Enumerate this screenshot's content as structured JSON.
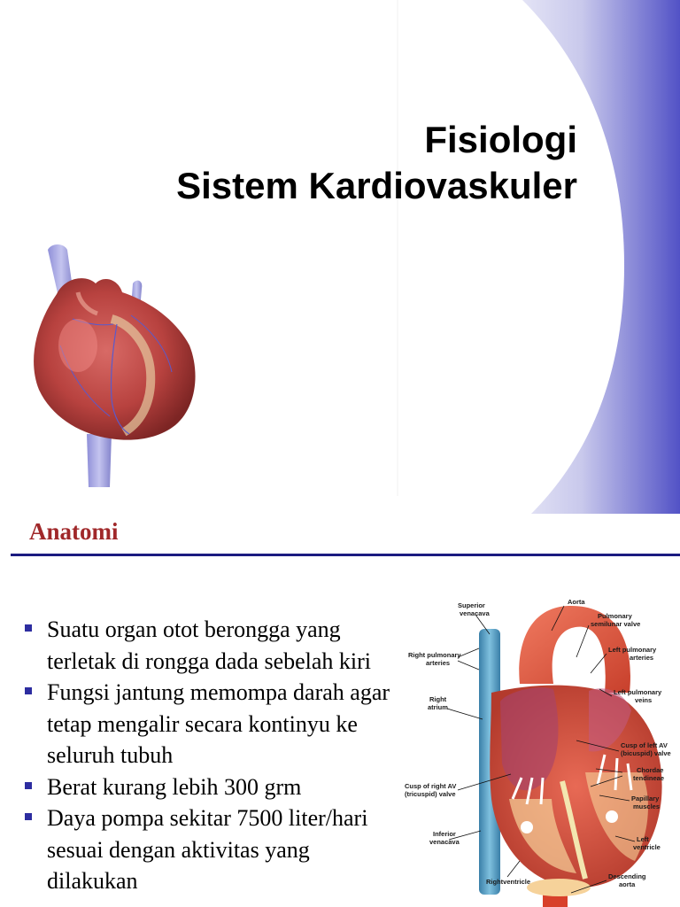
{
  "slide": {
    "title_line1": "Fisiologi",
    "title_line2": "Sistem Kardiovaskuler",
    "accent_color": "#5a5ac8"
  },
  "section": {
    "heading": "Anatomi",
    "heading_color": "#a0282a",
    "rule_color": "#1b1b80",
    "bullets": [
      "Suatu organ otot berongga yang terletak di rongga dada sebelah kiri",
      "Fungsi jantung memompa darah agar tetap mengalir secara kontinyu ke seluruh tubuh",
      "Berat kurang lebih 300 grm",
      "Daya pompa sekitar 7500 liter/hari sesuai dengan aktivitas yang dilakukan"
    ]
  },
  "diagram": {
    "labels": {
      "superior_vena_cava": [
        "Superior",
        "venacava"
      ],
      "aorta": [
        "Aorta"
      ],
      "pulmonary_semilunar_valve": [
        "Pulmonary",
        "semilunar valve"
      ],
      "right_pulmonary_arteries": [
        "Right pulmonary",
        "arteries"
      ],
      "left_pulmonary_arteries": [
        "Left pulmonary",
        "arteries"
      ],
      "left_pulmonary_veins": [
        "Left pulmonary",
        "veins"
      ],
      "right_atrium": [
        "Right",
        "atrium"
      ],
      "cusp_left_av": [
        "Cusp of left AV",
        "(bicuspid) valve"
      ],
      "chordae_tendineae": [
        "Chordae",
        "tendineae"
      ],
      "cusp_right_av": [
        "Cusp of right AV",
        "(tricuspid) valve"
      ],
      "papillary_muscles": [
        "Papillary",
        "muscles"
      ],
      "inferior_vena_cava": [
        "Inferior",
        "venacava"
      ],
      "left_ventricle": [
        "Left",
        "ventricle"
      ],
      "right_ventricle": [
        "Rightventricle"
      ],
      "descending_aorta": [
        "Descending",
        "aorta"
      ]
    }
  }
}
